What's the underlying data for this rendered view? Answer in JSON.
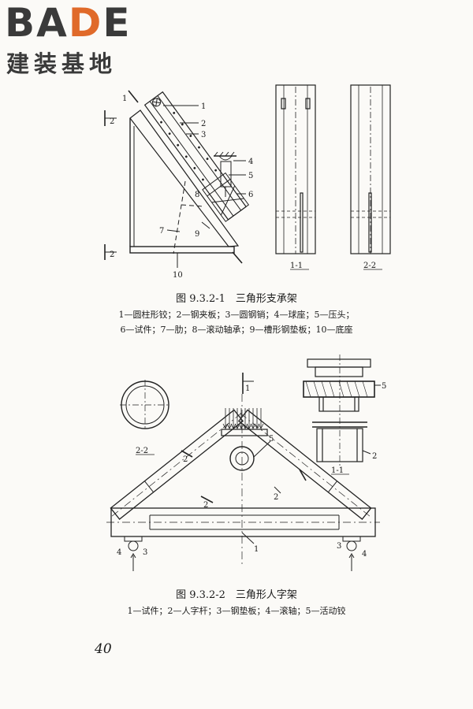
{
  "watermark": {
    "brand_prefix": "BA",
    "brand_accent": "D",
    "brand_suffix": "E",
    "subtitle": "建装基地",
    "accent_color": "#e06a2a"
  },
  "figure1": {
    "labels": [
      "1",
      "2",
      "3",
      "4",
      "5",
      "6",
      "7",
      "8",
      "9",
      "10"
    ],
    "section_marks": [
      "1",
      "2",
      "2"
    ],
    "view_labels": [
      "1-1",
      "2-2"
    ],
    "caption": "图 9.3.2-1　三角形支承架",
    "legend_line1": "1—圆柱形铰；2—钢夹板；3—圆钢销；4—球座；5—压头；",
    "legend_line2": "6—试件；7—肋；8—滚动轴承；9—槽形钢垫板；10—底座"
  },
  "figure2": {
    "labels": [
      "1",
      "2",
      "3",
      "4",
      "5"
    ],
    "section_marks": [
      "1",
      "2",
      "2"
    ],
    "view_labels": [
      "2-2",
      "1-1"
    ],
    "caption": "图 9.3.2-2　三角形人字架",
    "legend": "1—试件；2—人字杆；3—钢垫板；4—滚轴；5—活动铰"
  },
  "page_number": "40"
}
